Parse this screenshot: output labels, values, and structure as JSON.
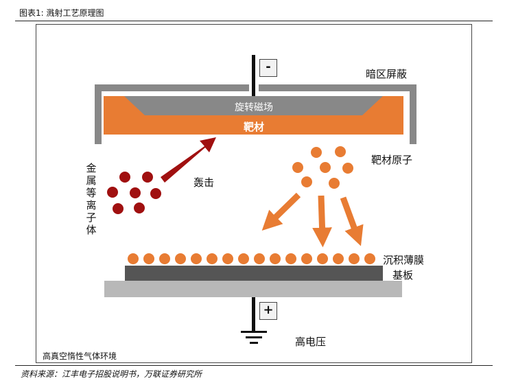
{
  "header": {
    "title": "图表1: 溅射工艺原理图"
  },
  "footer": {
    "source": "资料来源：江丰电子招股说明书，万联证券研究所"
  },
  "diagram": {
    "environment": "高真空惰性气体环境",
    "dark_shield": "暗区屏蔽",
    "rotating_magnet": "旋转磁场",
    "target": "靶材",
    "target_atoms": "靶材原子",
    "metal_ions": "金属等离子体",
    "bombard": "轰击",
    "deposited_film": "沉积薄膜",
    "substrate": "基板",
    "high_voltage": "高电压",
    "minus": "-",
    "plus": "+"
  },
  "colors": {
    "target_orange": "#e87c33",
    "ion_red": "#a01010",
    "shield_gray": "#888888",
    "substrate_dark": "#555555",
    "substrate_light": "#b8b8b8"
  }
}
